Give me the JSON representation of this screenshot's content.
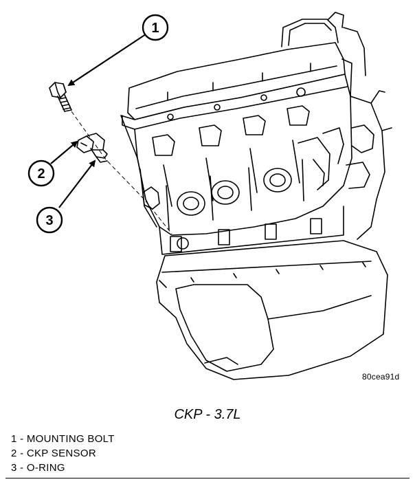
{
  "callouts": [
    {
      "number": "1"
    },
    {
      "number": "2"
    },
    {
      "number": "3"
    }
  ],
  "figure_code": "80cea91d",
  "caption": "CKP - 3.7L",
  "legend": [
    {
      "text": "1 - MOUNTING BOLT"
    },
    {
      "text": "2 - CKP SENSOR"
    },
    {
      "text": "3 - O-RING"
    }
  ],
  "colors": {
    "line": "#000000",
    "background": "#ffffff"
  }
}
